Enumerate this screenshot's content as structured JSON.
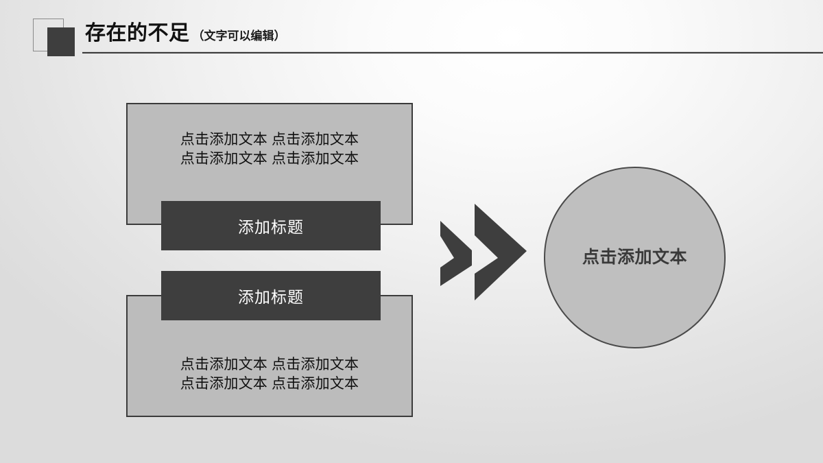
{
  "slide": {
    "header": {
      "title": "存在的不足",
      "subtitle": "（文字可以编辑）"
    },
    "left_column": {
      "top_box_text": "点击添加文本 点击添加文本\n点击添加文本 点击添加文本",
      "top_bar_label": "添加标题",
      "bottom_bar_label": "添加标题",
      "bottom_box_text": "点击添加文本 点击添加文本\n点击添加文本 点击添加文本"
    },
    "connector": {
      "icon": "double-chevron-right-icon"
    },
    "right_circle": {
      "label": "点击添加文本"
    },
    "colors": {
      "background_light": "#ffffff",
      "background_edge": "#dcdcdc",
      "box_fill": "#bcbcbc",
      "box_border": "#3b3b3b",
      "bar_fill": "#3e3e3e",
      "bar_text": "#ffffff",
      "circle_fill": "#bfbfbf",
      "circle_border": "#4a4a4a",
      "circle_text": "#3a3a3a",
      "title_text": "#111111",
      "rule": "#3a3a3a"
    }
  }
}
